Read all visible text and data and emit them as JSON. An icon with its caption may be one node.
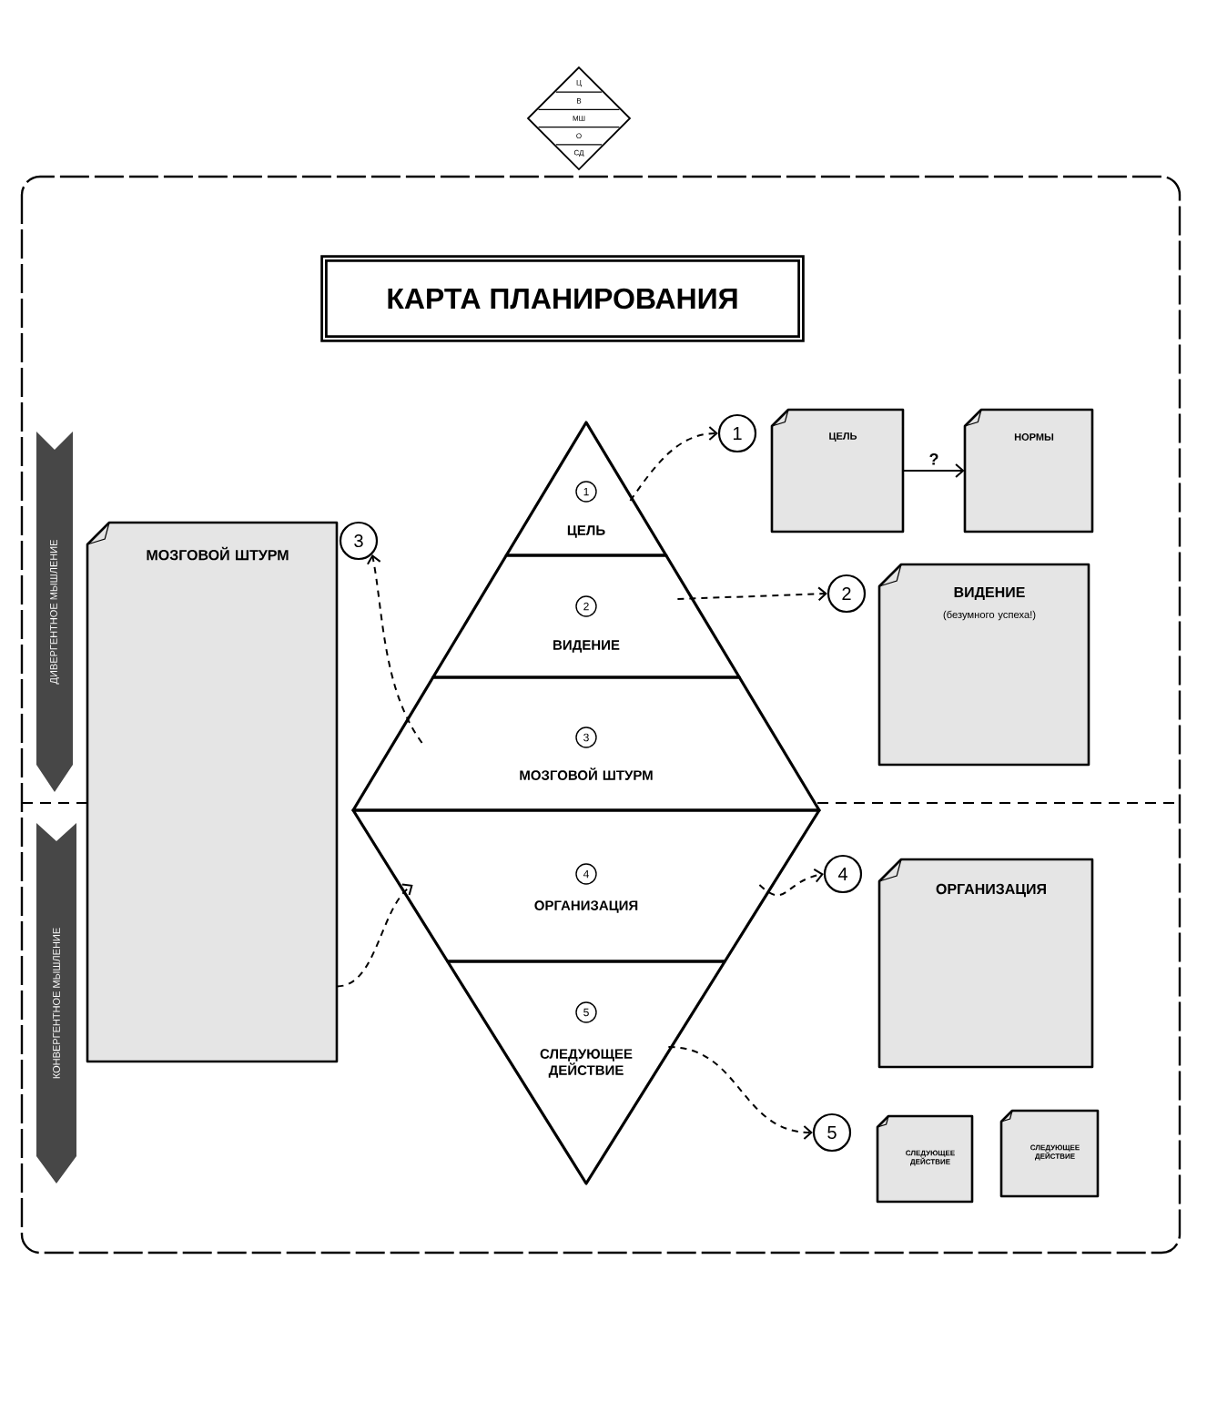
{
  "diagram": {
    "title": "КАРТА ПЛАНИРОВАНИЯ",
    "nodes": [
      {
        "text": [
          "Ц",
          "В",
          "МШ",
          "О",
          "СД"
        ]
      },
      {
        "text": [
          "1",
          "ЦЕЛЬ"
        ]
      },
      {
        "text": [
          "2",
          "ВИДЕНИЕ"
        ]
      },
      {
        "text": [
          "3",
          "МОЗГОВОЙ ШТУРМ"
        ]
      },
      {
        "text": [
          "4",
          "ОРГАНИЗАЦИЯ"
        ]
      },
      {
        "text": [
          "5",
          "СЛЕДУЮЩЕЕ ДЕЙСТВИЕ"
        ]
      },
      {
        "text": [
          "1"
        ]
      },
      {
        "text": [
          "2"
        ]
      },
      {
        "text": [
          "3"
        ]
      },
      {
        "text": [
          "4"
        ]
      },
      {
        "text": [
          "5"
        ]
      },
      {
        "text": [
          "ЦЕЛЬ"
        ]
      },
      {
        "text": [
          "НОРМЫ"
        ]
      },
      {
        "text": [
          "ВИДЕНИЕ",
          "(безумного успеха!)"
        ]
      },
      {
        "text": [
          "МОЗГОВОЙ ШТУРМ"
        ]
      },
      {
        "text": [
          "ОРГАНИЗАЦИЯ"
        ]
      },
      {
        "text": [
          "СЛЕДУЮЩЕЕ ДЕЙСТВИЕ"
        ]
      },
      {
        "text": [
          "СЛЕДУЮЩЕЕ ДЕЙСТВИЕ"
        ]
      },
      {
        "text": [
          "ДИВЕРГЕНТНОЕ МЫШЛЕНИЕ"
        ]
      },
      {
        "text": [
          "КОНВЕРГЕНТНОЕ МЫШЛЕНИЕ"
        ]
      }
    ],
    "edges": [
      {
        "from": 1,
        "to": 6,
        "arrow": "to",
        "style": "dashed"
      },
      {
        "from": 2,
        "to": 7,
        "arrow": "to",
        "style": "dashed"
      },
      {
        "from": 3,
        "to": 8,
        "arrow": "to",
        "style": "dashed"
      },
      {
        "from": 4,
        "to": 9,
        "arrow": "to",
        "style": "dashed"
      },
      {
        "from": 5,
        "to": 10,
        "arrow": "to",
        "style": "dashed"
      },
      {
        "from": 14,
        "to": 4,
        "arrow": "to",
        "style": "dashed"
      },
      {
        "from": 11,
        "to": 12,
        "arrow": "to",
        "label": "?"
      }
    ]
  }
}
